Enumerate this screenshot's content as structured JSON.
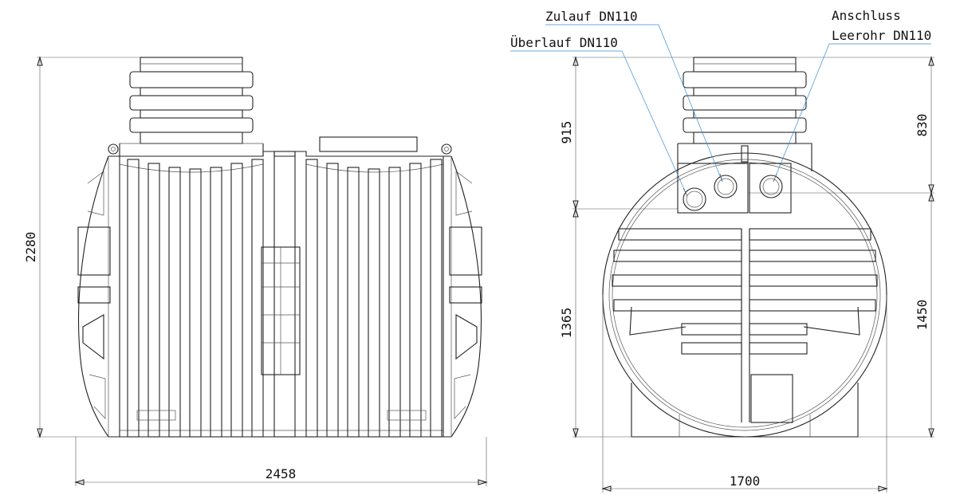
{
  "labels": {
    "zulauf": "Zulauf DN110",
    "ueberlauf": "Überlauf DN110",
    "anschluss": "Anschluss",
    "leerohr": "Leerohr DN110"
  },
  "dimensions": {
    "total_height": "2280",
    "length": "2458",
    "width": "1700",
    "left_upper": "915",
    "left_lower": "1365",
    "right_upper": "830",
    "right_lower": "1450"
  },
  "colors": {
    "line": "#222222",
    "leader": "#3a8fd6"
  }
}
